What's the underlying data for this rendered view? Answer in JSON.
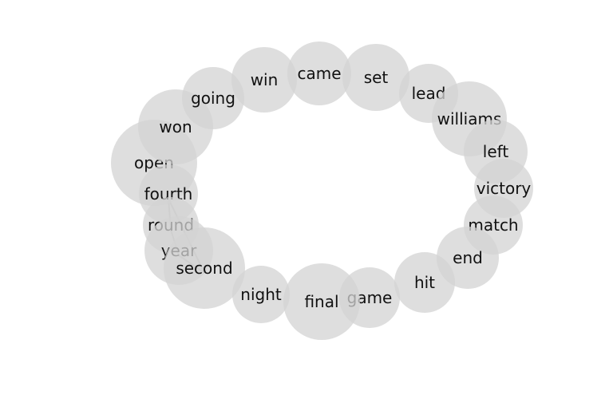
{
  "words": [
    "open",
    "fourth",
    "round",
    "year",
    "second",
    "won",
    "going",
    "win",
    "came",
    "set",
    "lead",
    "williams",
    "left",
    "victory",
    "match",
    "end",
    "hit",
    "game",
    "final",
    "night"
  ],
  "links": [
    [
      "fourth",
      "round"
    ],
    [
      "round",
      "year"
    ],
    [
      "year",
      "second"
    ],
    [
      "fourth",
      "second"
    ]
  ]
}
